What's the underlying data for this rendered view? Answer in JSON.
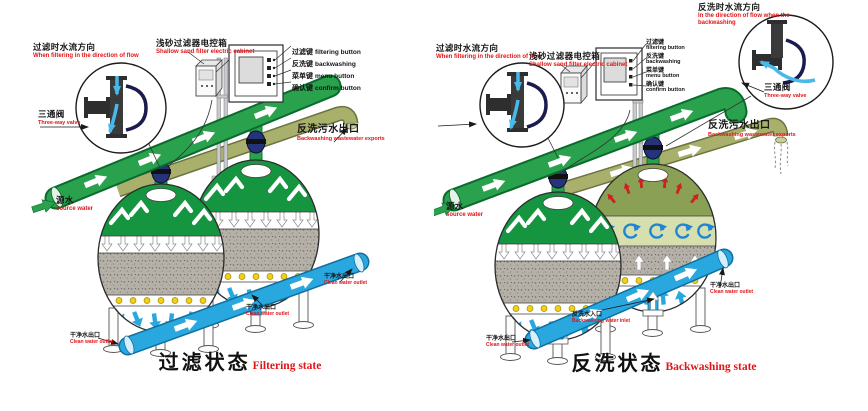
{
  "colors": {
    "source_pipe_green": "#2aa14c",
    "drain_pipe_olive": "#a9b06c",
    "clean_pipe_blue": "#29a8e0",
    "tank_green": "#169540",
    "sand_gray": "#b6b1a8",
    "nozzle_yellow": "#f2cf1d",
    "label_red": "#e21418",
    "label_black": "#151515"
  },
  "panels": [
    {
      "id": "filtering",
      "caption_zh": "过滤状态",
      "caption_en": "Filtering state",
      "labels": {
        "flow_direction": {
          "zh": "过滤时水流方向",
          "en": "When filtering in the direction of flow"
        },
        "cabinet": {
          "zh": "浅砂过滤器电控箱",
          "en": "Shallow sand filter electric cabinet"
        },
        "btn_filter": {
          "zh": "过滤键",
          "en": "filtering button"
        },
        "btn_backwash": {
          "zh": "反洗键",
          "en": "backwashing"
        },
        "btn_menu": {
          "zh": "菜单键",
          "en": "menu button"
        },
        "btn_confirm": {
          "zh": "确认键",
          "en": "confirm button"
        },
        "three_way_valve": {
          "zh": "三通阀",
          "en": "Three-way valve"
        },
        "backwash_outlet": {
          "zh": "反洗污水出口",
          "en": "Backwashing wastewater exports"
        },
        "source_water": {
          "zh": "源水",
          "en": "source water"
        },
        "clean_outlet_left": {
          "zh": "干净水出口",
          "en": "Clean water outlet"
        },
        "clean_outlet_mid": {
          "zh": "干净水出口",
          "en": "Clean water outlet"
        },
        "clean_outlet_right": {
          "zh": "干净水出口",
          "en": "Clean water outlet"
        }
      }
    },
    {
      "id": "backwashing",
      "caption_zh": "反洗状态",
      "caption_en": "Backwashing state",
      "labels": {
        "backwash_flow_direction": {
          "zh": "反洗时水流方向",
          "en": "In the direction of flow when the backwashing"
        },
        "flow_direction": {
          "zh": "过滤时水流方向",
          "en": "When filtering in the direction of flow"
        },
        "cabinet": {
          "zh": "浅砂过滤器电控箱",
          "en": "Shallow sand filter electric cabinet"
        },
        "btn_filter": {
          "zh": "过滤键",
          "en": "filtering button"
        },
        "btn_backwash": {
          "zh": "反洗键",
          "en": "backwashing"
        },
        "btn_menu": {
          "zh": "菜单键",
          "en": "menu button"
        },
        "btn_confirm": {
          "zh": "确认键",
          "en": "confirm button"
        },
        "three_way_valve": {
          "zh": "三通阀",
          "en": "Three-way valve"
        },
        "backwash_outlet": {
          "zh": "反洗污水出口",
          "en": "Backwashing wastewater exports"
        },
        "source_water": {
          "zh": "源水",
          "en": "source water"
        },
        "clean_outlet_left": {
          "zh": "干净水出口",
          "en": "Clean water outlet"
        },
        "backwash_inlet": {
          "zh": "反洗水入口",
          "en": "Backwashing water inlet"
        },
        "clean_outlet_right": {
          "zh": "干净水出口",
          "en": "Clean water outlet"
        }
      }
    }
  ]
}
